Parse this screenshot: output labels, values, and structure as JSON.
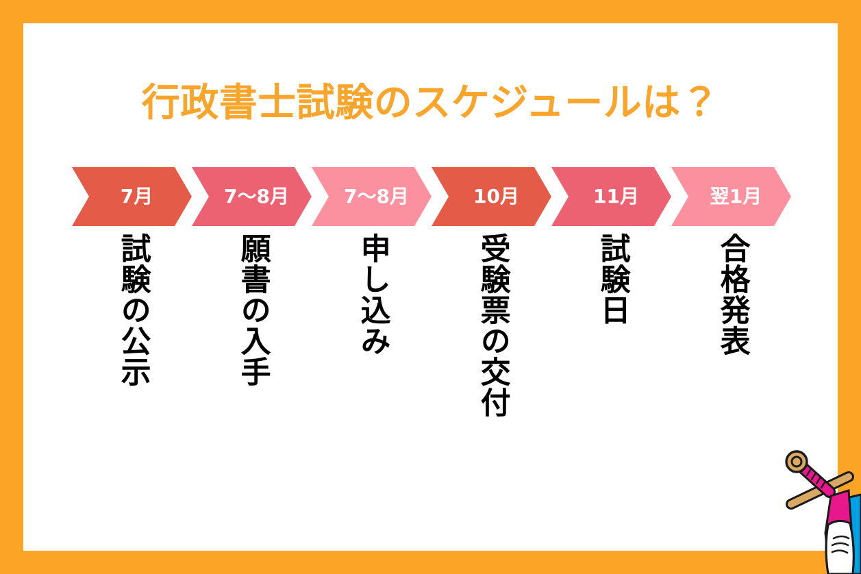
{
  "theme": {
    "border_color": "#FCA425",
    "panel_color": "#FFFFFF",
    "title_color": "#F9A52B",
    "chevron_dark": "#E45B47",
    "chevron_medium": "#EC6272",
    "chevron_light": "#FB919E",
    "caption_color": "#000000",
    "chevron_label_color": "#FFFFFF"
  },
  "title": "行政書士試験のスケジュールは？",
  "timeline": {
    "steps": [
      {
        "month": "7月",
        "caption": "試験の公示",
        "color": "#E45B47"
      },
      {
        "month": "7〜8月",
        "caption": "願書の入手",
        "color": "#EC6272"
      },
      {
        "month": "7〜8月",
        "caption": "申し込み",
        "color": "#FB919E"
      },
      {
        "month": "10月",
        "caption": "受験票の交付",
        "color": "#E45B47"
      },
      {
        "month": "11月",
        "caption": "試験日",
        "color": "#EC6272"
      },
      {
        "month": "翌1月",
        "caption": "合格発表",
        "color": "#FB919E"
      }
    ]
  },
  "mascot": {
    "name": "sword-character-illustration",
    "sword_grip_color": "#E8188C",
    "sword_hilt_color": "#D9A963",
    "cloak_color": "#E8188C",
    "garment_color": "#FFFFFF",
    "accent_color": "#00A0E4"
  }
}
